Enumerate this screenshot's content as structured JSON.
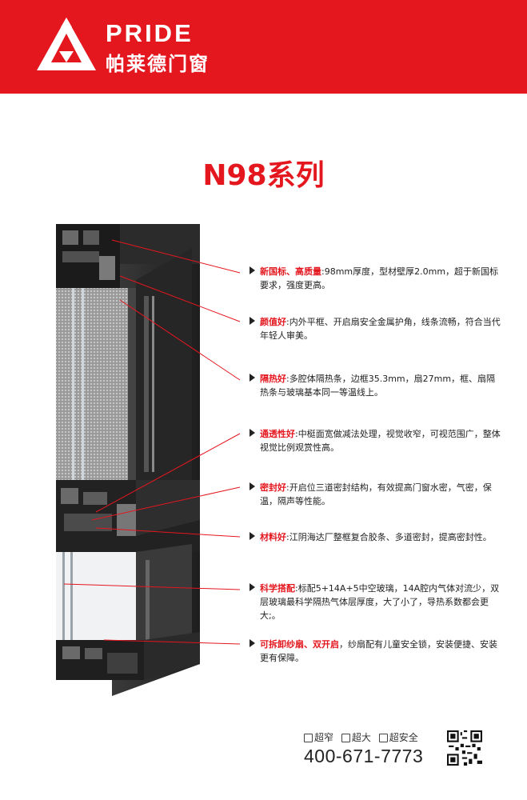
{
  "brand": {
    "name_en": "PRIDE",
    "name_cn": "帕莱德门窗"
  },
  "title": "N98系列",
  "features": [
    {
      "head": "新国标、高质量",
      "body": ":98mm厚度，型材壁厚2.0mm，超于新国标要求，强度更高。"
    },
    {
      "head": "颜值好",
      "body": ":内外平框、开启扇安全金属护角，线条流畅，符合当代年轻人审美。"
    },
    {
      "head": "隔热好",
      "body": ":多腔体隔热条，边框35.3mm，扇27mm，框、扇隔热条与玻璃基本同一等温线上。"
    },
    {
      "head": "通透性好",
      "body": ":中梃面宽做减法处理，视觉收窄，可视范围广，整体视觉比例观赏性高。"
    },
    {
      "head": "密封好",
      "body": ":开启位三道密封结构，有效提高门窗水密，气密，保温，隔声等性能。"
    },
    {
      "head": "材料好",
      "body": ":江阴海达厂整框复合胶条、多道密封，提高密封性。"
    },
    {
      "head": "科学搭配",
      "body": ":标配5+14A+5中空玻璃，14A腔内气体对流少，双层玻璃最科学隔热气体层厚度，大了小了，导热系数都会更大;。"
    },
    {
      "head": "可拆卸纱扇、双开启",
      "body": "，纱扇配有儿童安全锁，安装便捷、安装更有保障。"
    }
  ],
  "footer": {
    "tags": [
      "超窄",
      "超大",
      "超安全"
    ],
    "phone": "400-671-7773"
  },
  "colors": {
    "accent": "#e4171f",
    "frame": "#2a2a2a"
  },
  "icons": [
    "logo-mark",
    "narrow-icon",
    "large-icon",
    "safety-icon",
    "qr-code"
  ]
}
